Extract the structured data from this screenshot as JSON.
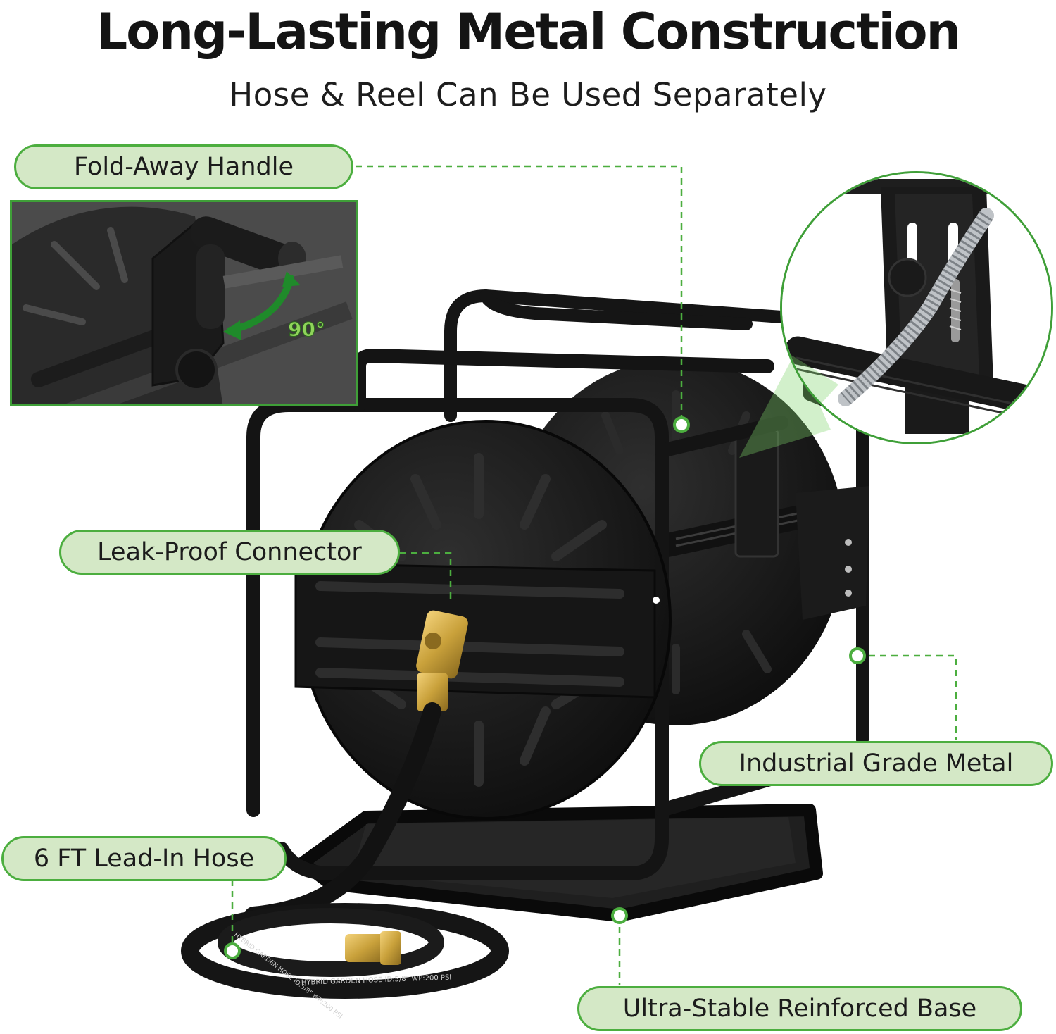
{
  "title": "Long-Lasting Metal Construction",
  "subtitle": "Hose & Reel Can Be Used Separately",
  "callouts": {
    "handle": "Fold-Away Handle",
    "connector": "Leak-Proof Connector",
    "metal": "Industrial Grade Metal",
    "hose": "6 FT Lead-In Hose",
    "base": "Ultra-Stable Reinforced Base"
  },
  "handle_inset": {
    "rotation_label": "90°"
  },
  "hose_print": {
    "line_1": "HYBRID GARDEN HOSE ID:5/8\" WP:200 PSI",
    "line_2": "HYBRID GARDEN HOSE ID:5/8\" WP:200 PSI"
  },
  "colors": {
    "accent_green": "#4cae3f",
    "pill_fill": "#d4e8c6",
    "metal_black": "#1a1a1a",
    "brass": "#c9a13b"
  },
  "icons": [
    "rotate-arrow-icon",
    "callout-dot-icon"
  ]
}
